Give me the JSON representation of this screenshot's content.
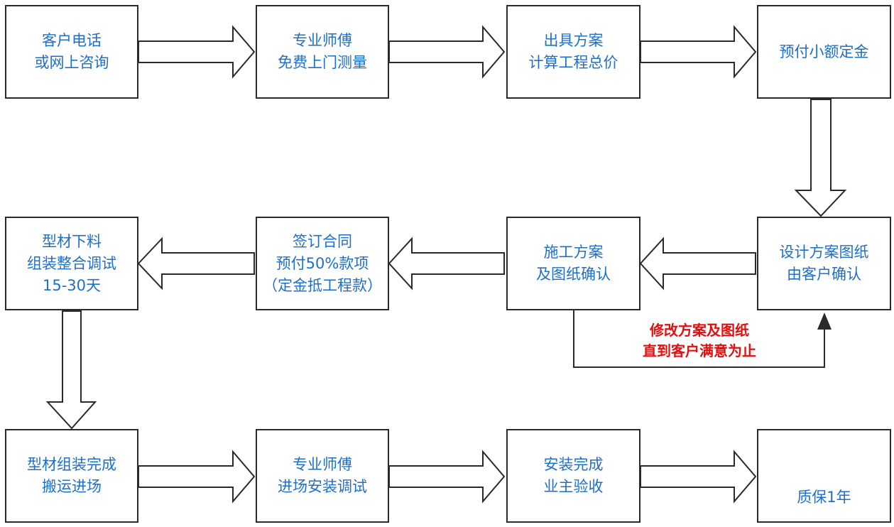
{
  "steps": {
    "s1": {
      "line1": "客户电话",
      "line2": "或网上咨询"
    },
    "s2": {
      "line1": "专业师傅",
      "line2": "免费上门测量"
    },
    "s3": {
      "line1": "出具方案",
      "line2": "计算工程总价"
    },
    "s4": {
      "line1": "预付小额定金"
    },
    "s5": {
      "line1": "设计方案图纸",
      "line2": "由客户确认"
    },
    "s6": {
      "line1": "施工方案",
      "line2": "及图纸确认"
    },
    "s7": {
      "line1": "签订合同",
      "line2": "预付50%款项",
      "line3": "（定金抵工程款）"
    },
    "s8": {
      "line1": "型材下料",
      "line2": "组装整合调试",
      "line3": "15-30天"
    },
    "s9": {
      "line1": "型材组装完成",
      "line2": "搬运进场"
    },
    "s10": {
      "line1": "专业师傅",
      "line2": "进场安装调试"
    },
    "s11": {
      "line1": "安装完成",
      "line2": "业主验收"
    },
    "s12": {
      "line1": "质保1年"
    }
  },
  "feedback": {
    "line1": "修改方案及图纸",
    "line2": "直到客户满意为止"
  },
  "colors": {
    "box_text": "#1f6fc5",
    "note_text": "#e01010",
    "border": "#2a2a2a"
  }
}
